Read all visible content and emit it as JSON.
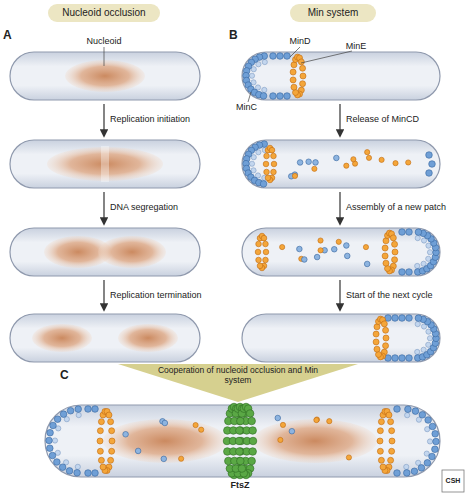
{
  "diagram": {
    "nodes": [
      {
        "text": [
          "Nucleoid occlusion"
        ]
      },
      {
        "text": [
          "Min system"
        ]
      },
      {
        "text": [
          "Cooperation of nucleoid occlusion and Min system"
        ]
      }
    ],
    "labels": [
      "A",
      "Nucleoid",
      "Replication initiation",
      "DNA segregation",
      "Replication termination",
      "B",
      "MinD",
      "MinE",
      "MinC",
      "Release of MinCD",
      "Assembly of a new patch",
      "Start of the next cycle",
      "C",
      "FtsZ",
      "CSH"
    ]
  }
}
